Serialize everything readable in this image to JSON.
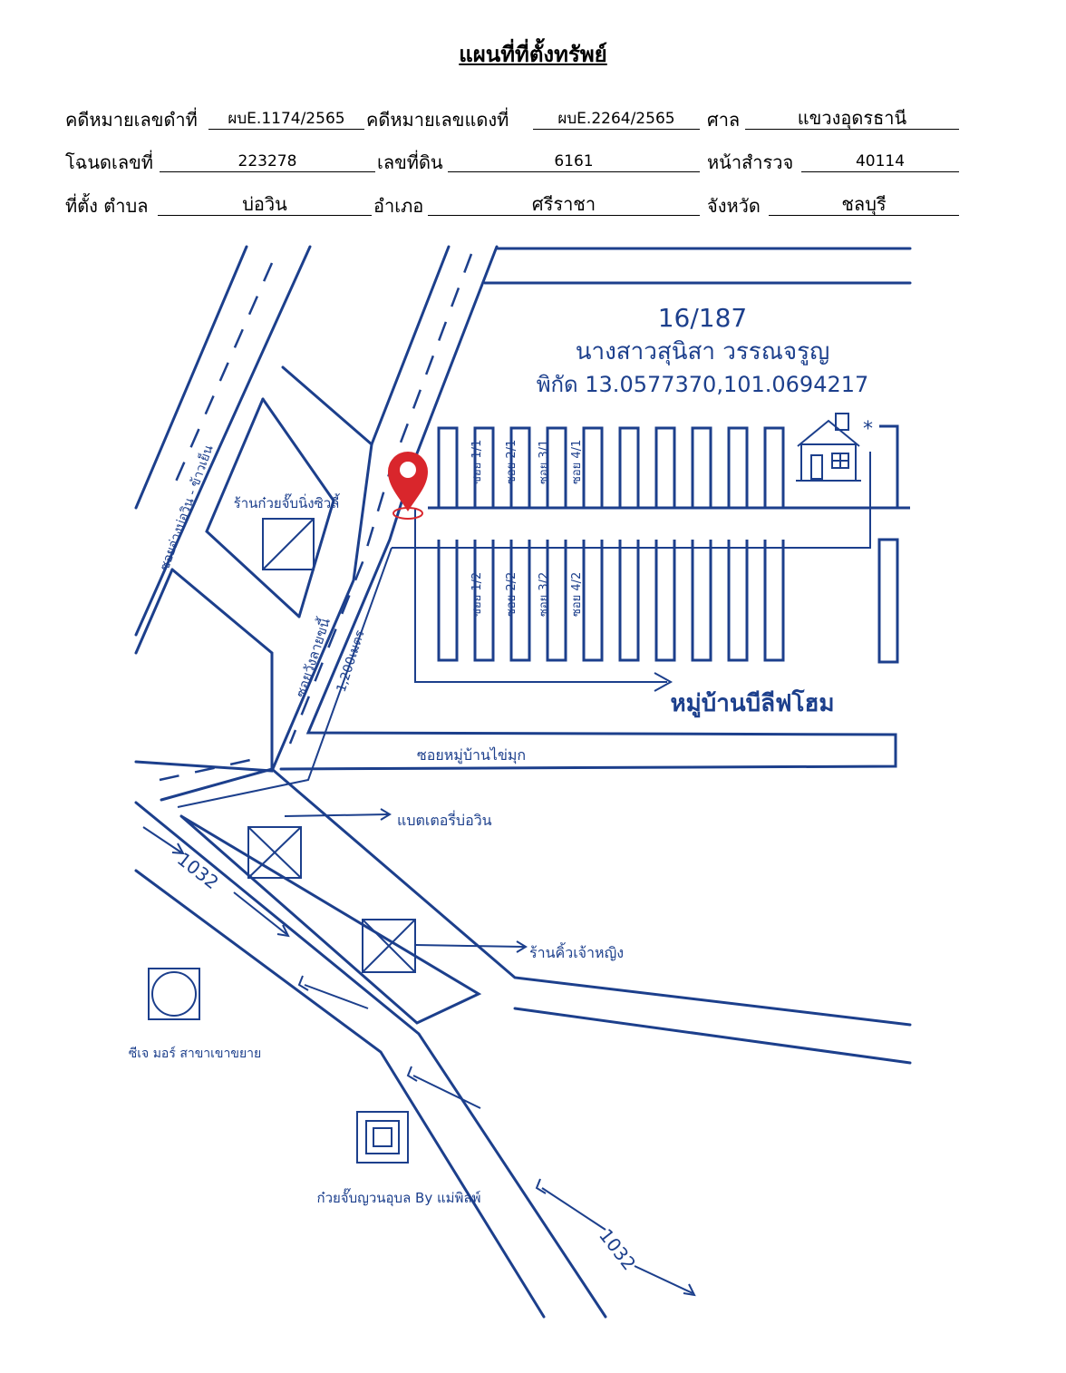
{
  "title": "แผนที่ที่ตั้งทรัพย์",
  "form": {
    "black_case_label": "คดีหมายเลขดำที่",
    "black_case_value": "ผบE.1174/2565",
    "red_case_label": "คดีหมายเลขแดงที่",
    "red_case_value": "ผบE.2264/2565",
    "court_label": "ศาล",
    "court_value": "แขวงอุดรธานี",
    "deed_label": "โฉนดเลขที่",
    "deed_value": "223278",
    "land_no_label": "เลขที่ดิน",
    "land_no_value": "6161",
    "survey_label": "หน้าสำรวจ",
    "survey_value": "40114",
    "location_label": "ที่ตั้ง ตำบล",
    "subdistrict_value": "บ่อวิน",
    "district_label": "อำเภอ",
    "district_value": "ศรีราชา",
    "province_label": "จังหวัด",
    "province_value": "ชลบุรี"
  },
  "map": {
    "address": "16/187",
    "owner": "นางสาวสุนิสา วรรณจรูญ",
    "coordinates": "พิกัด 13.0577370,101.0694217",
    "village": "หมู่บ้านบีลีฟโฮม",
    "soi_village_pearl": "ซอยหมู่บ้านไข่มุก",
    "shop_kuay_jap": "ร้านก๋วยจั๊บนิ่งซิวลี้",
    "soi_bowin_ban_bueng": "ซอยอ่างบ่อวิน - ข้าวเย็น",
    "soi_wanlayan": "ซอยวังลายขนี้",
    "distance": "1,200เมตร",
    "battery_shop": "แบตเตอรี่บ่อวิน",
    "brow_shop": "ร้านคิ้วเจ้าหญิง",
    "seven_eleven": "ซีเจ มอร์ สาขาเขาขยาย",
    "restaurant": "ก๋วยจั๊บญวนอุบล By แม่พิลพ์",
    "highway_1": "1032",
    "highway_2": "1032",
    "sois_top": [
      "ซอย 1/1",
      "ซอย 2/1",
      "ซอย 3/1",
      "ซอย 4/1"
    ],
    "sois_bottom": [
      "ซอย 1/2",
      "ซอย 2/2",
      "ซอย 3/2",
      "ซอย 4/2"
    ],
    "colors": {
      "ink": "#1c3f8c",
      "pin": "#d9262c"
    }
  }
}
